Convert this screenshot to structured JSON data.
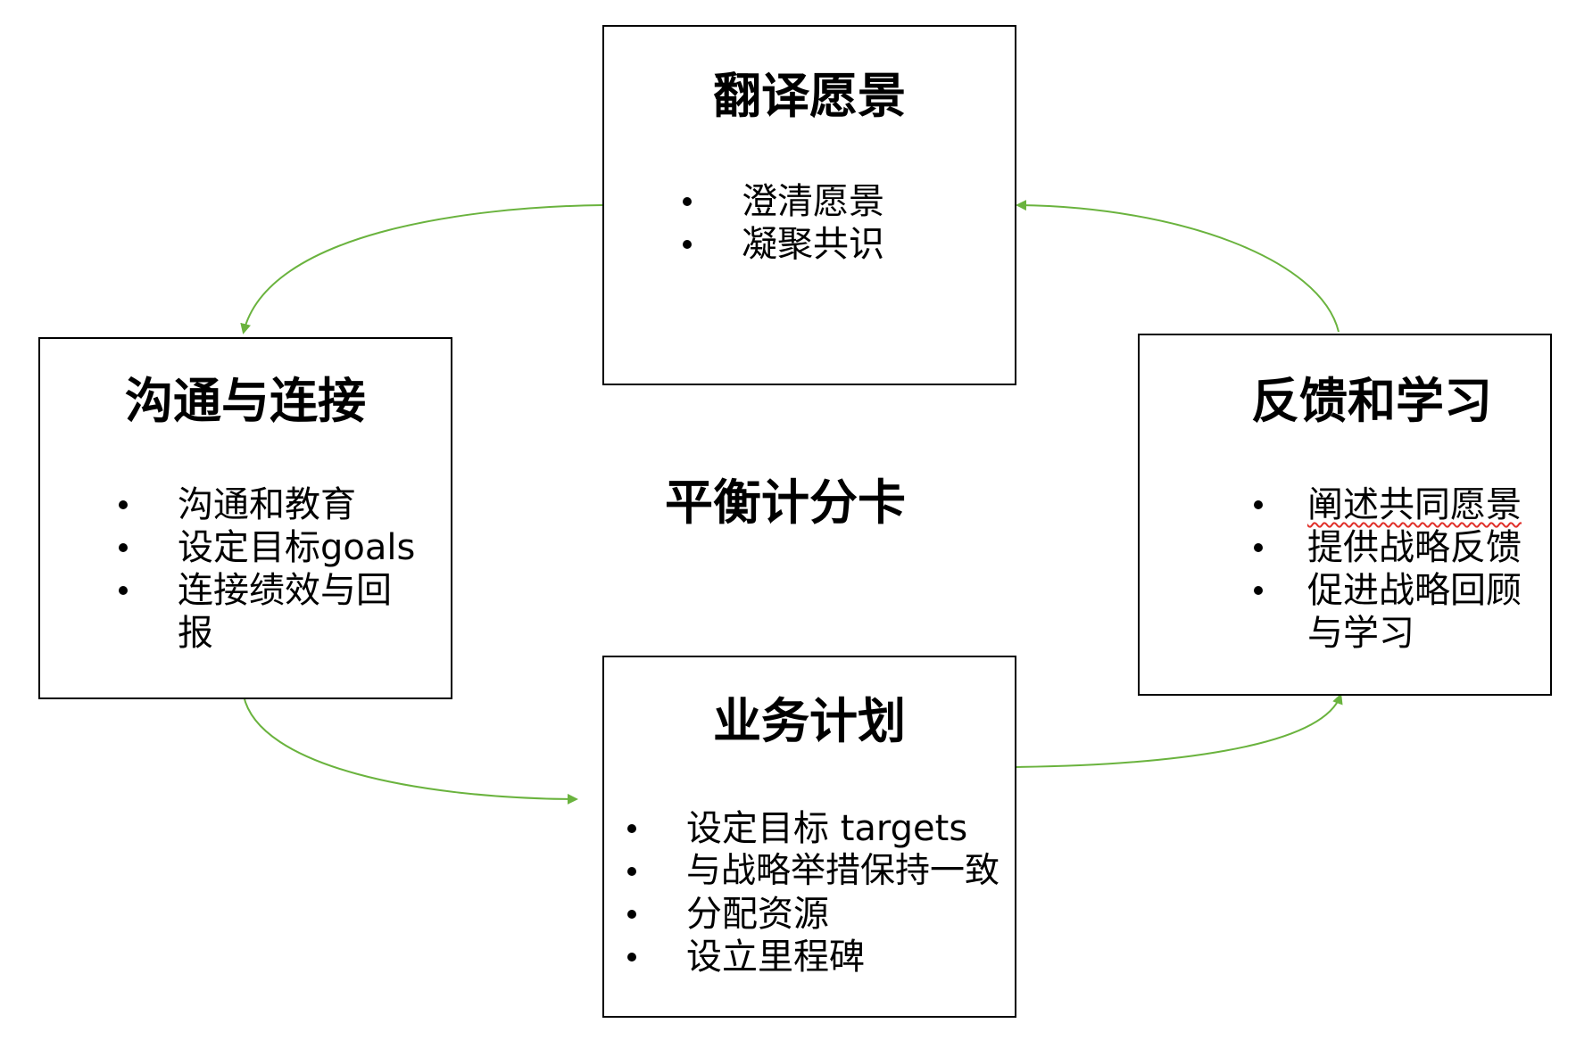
{
  "center_label": "平衡计分卡",
  "colors": {
    "box_border": "#000000",
    "arrow": "#6ab33e"
  },
  "boxes": {
    "top": {
      "title": "翻译愿景",
      "items": [
        "澄清愿景",
        "凝聚共识"
      ]
    },
    "left": {
      "title": "沟通与连接",
      "items": [
        "沟通和教育",
        "设定目标goals",
        "连接绩效与回",
        "报"
      ]
    },
    "right": {
      "title": "反馈和学习",
      "items": [
        "阐述共同愿景",
        "提供战略反馈",
        "促进战略回顾",
        "与学习"
      ]
    },
    "bottom": {
      "title": "业务计划",
      "items": [
        "设定目标 targets",
        "与战略举措保持一致",
        "分配资源",
        "设立里程碑"
      ]
    }
  }
}
